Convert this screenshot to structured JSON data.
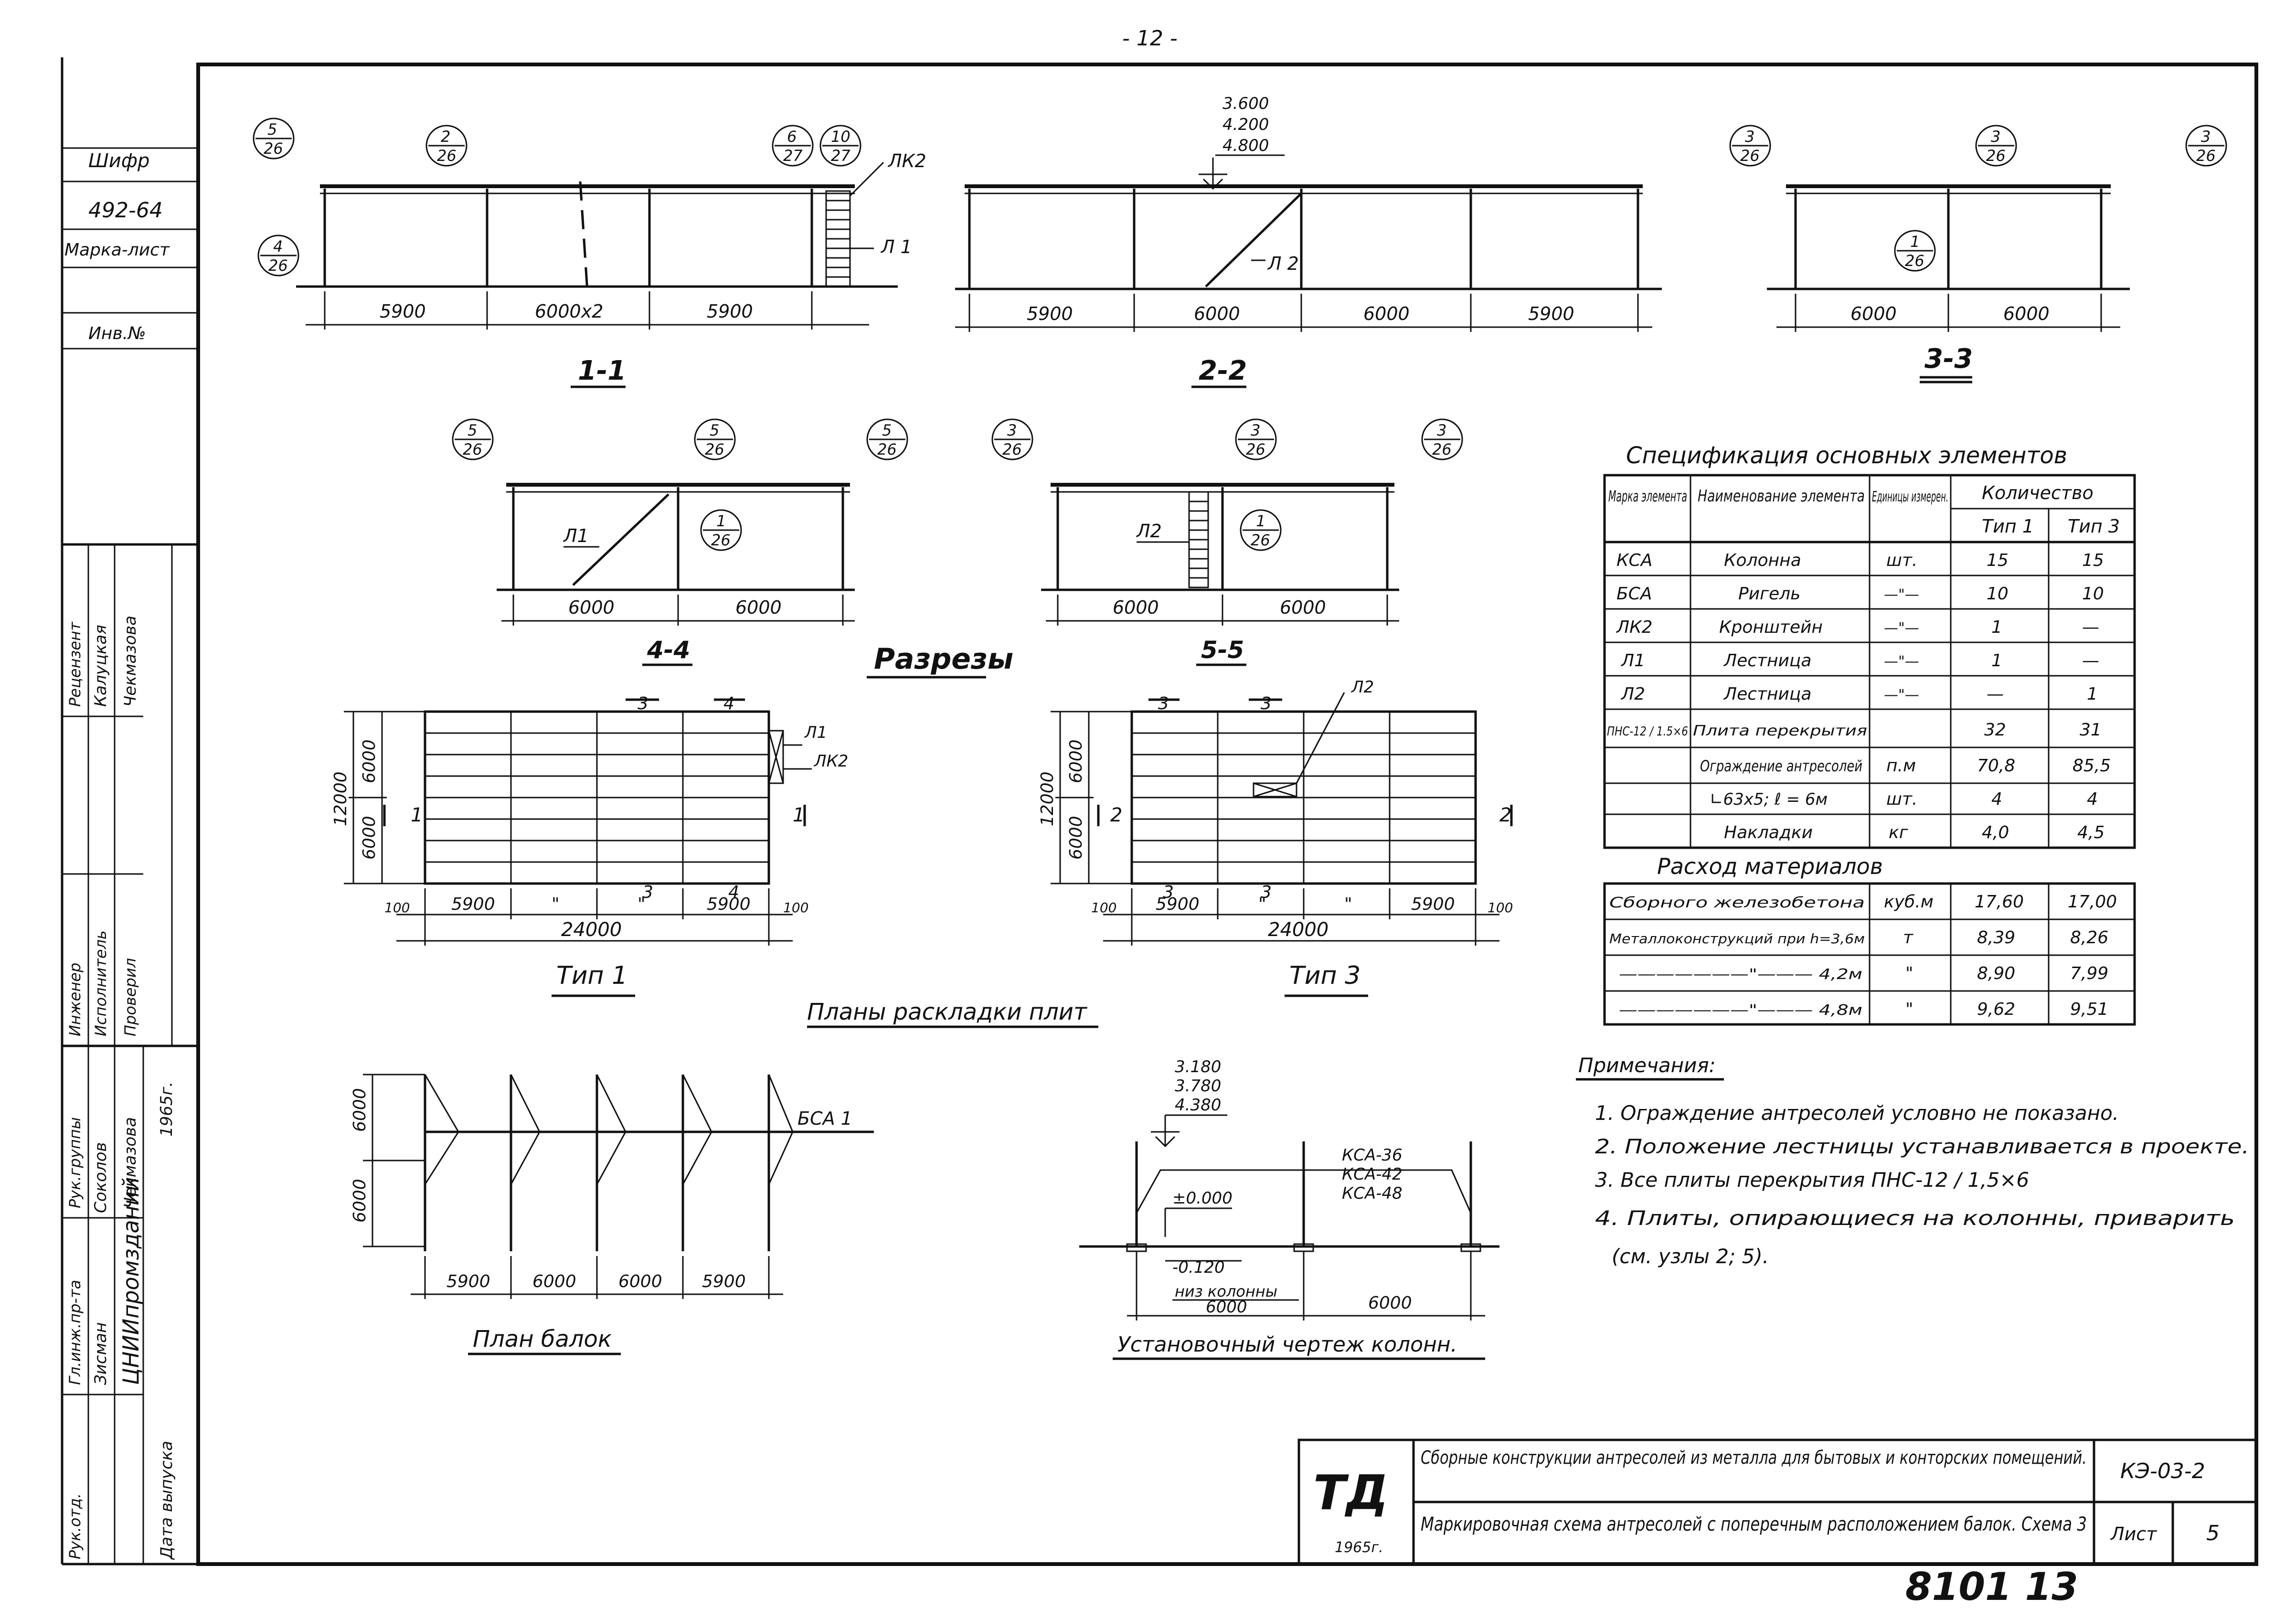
{
  "page_number": "- 12 -",
  "left_stamp": {
    "shifr_label": "Шифр",
    "shifr_value": "492-64",
    "marka_label": "Марка-лист",
    "inv_label": "Инв.№",
    "roles": [
      "Рук.отд.",
      "Гл.инж.пр-та",
      "Рук.группы",
      "Инженер",
      "Исполнитель",
      "Проверил",
      "Рецензент"
    ],
    "names": [
      "Соколов",
      "Зисман",
      "Чекмазова",
      "Калуцкая",
      "Чекмазова"
    ],
    "org": "ЦНИИпромзданий",
    "date_label": "Дата выпуска",
    "year": "1965г."
  },
  "sections": {
    "s1": {
      "label": "1-1",
      "dims": [
        "5900",
        "6000х2",
        "5900"
      ],
      "tags": [
        "ЛК2",
        "Л 1"
      ],
      "refs": [
        {
          "top": "5",
          "bottom": "26"
        },
        {
          "top": "2",
          "bottom": "26"
        },
        {
          "top": "6",
          "bottom": "27"
        },
        {
          "top": "10",
          "bottom": "27"
        },
        {
          "top": "4",
          "bottom": "26"
        }
      ]
    },
    "s2": {
      "label": "2-2",
      "dims": [
        "5900",
        "6000",
        "6000",
        "5900"
      ],
      "elevations": [
        "3.600",
        "4.200",
        "4.800"
      ],
      "tags": [
        "Л 2"
      ]
    },
    "s3": {
      "label": "3-3",
      "dims": [
        "6000",
        "6000"
      ],
      "refs": [
        {
          "top": "3",
          "bottom": "26"
        },
        {
          "top": "3",
          "bottom": "26"
        },
        {
          "top": "3",
          "bottom": "26"
        },
        {
          "top": "1",
          "bottom": "26"
        }
      ]
    },
    "s4": {
      "label": "4-4",
      "dims": [
        "6000",
        "6000"
      ],
      "tags": [
        "Л1"
      ],
      "refs": [
        {
          "top": "5",
          "bottom": "26"
        },
        {
          "top": "5",
          "bottom": "26"
        },
        {
          "top": "5",
          "bottom": "26"
        },
        {
          "top": "1",
          "bottom": "26"
        }
      ]
    },
    "s5": {
      "label": "5-5",
      "dims": [
        "6000",
        "6000"
      ],
      "tags": [
        "Л2"
      ],
      "refs": [
        {
          "top": "3",
          "bottom": "26"
        },
        {
          "top": "3",
          "bottom": "26"
        },
        {
          "top": "3",
          "bottom": "26"
        },
        {
          "top": "1",
          "bottom": "26"
        }
      ]
    },
    "heading": "Разрезы"
  },
  "plans": {
    "type1": {
      "label": "Тип 1",
      "total": "24000",
      "height": "12000",
      "halves": [
        "6000",
        "6000"
      ],
      "dims": [
        "100",
        "5900",
        "\"",
        "\"",
        "5900",
        "100"
      ],
      "cuts": [
        "3",
        "4",
        "1",
        "1",
        "3",
        "4"
      ],
      "tags": [
        "Л1",
        "ЛК2"
      ]
    },
    "type3": {
      "label": "Тип 3",
      "total": "24000",
      "height": "12000",
      "halves": [
        "6000",
        "6000"
      ],
      "dims": [
        "100",
        "5900",
        "\"",
        "\"",
        "5900",
        "100"
      ],
      "cuts": [
        "3",
        "3",
        "2",
        "2",
        "3",
        "3"
      ],
      "tags": [
        "Л2"
      ]
    },
    "heading": "Планы раскладки плит"
  },
  "beam_plan": {
    "label": "План балок",
    "tag": "БСА 1",
    "heights": [
      "6000",
      "6000"
    ],
    "dims": [
      "5900",
      "6000",
      "6000",
      "5900"
    ]
  },
  "column_drawing": {
    "label": "Установочный чертеж колонн.",
    "elevations": [
      "3.180",
      "3.780",
      "4.380"
    ],
    "zero": "±0.000",
    "bottom": "-0.120",
    "bottom_note": "низ колонны",
    "marks": [
      "КСА-36",
      "КСА-42",
      "КСА-48"
    ],
    "dims": [
      "6000",
      "6000"
    ]
  },
  "spec": {
    "title": "Спецификация основных элементов",
    "headers": [
      "Марка элемента",
      "Наименование элемента",
      "Единицы измерен.",
      "Количество",
      "Тип 1",
      "Тип 3"
    ],
    "rows": [
      [
        "КСА",
        "Колонна",
        "шт.",
        "15",
        "15"
      ],
      [
        "БСА",
        "Ригель",
        "—\"—",
        "10",
        "10"
      ],
      [
        "ЛК2",
        "Кронштейн",
        "—\"—",
        "1",
        "—"
      ],
      [
        "Л1",
        "Лестница",
        "—\"—",
        "1",
        "—"
      ],
      [
        "Л2",
        "Лестница",
        "—\"—",
        "—",
        "1"
      ],
      [
        "ПНС-12 / 1.5×6",
        "Плита перекрытия",
        "",
        "32",
        "31"
      ],
      [
        "",
        "Ограждение антресолей",
        "п.м",
        "70,8",
        "85,5"
      ],
      [
        "",
        "∟63х5; ℓ = 6м",
        "шт.",
        "4",
        "4"
      ],
      [
        "",
        "Накладки",
        "кг",
        "4,0",
        "4,5"
      ]
    ]
  },
  "materials": {
    "title": "Расход материалов",
    "rows": [
      [
        "Сборного железобетона",
        "куб.м",
        "17,60",
        "17,00"
      ],
      [
        "Металлоконструкций при h=3,6м",
        "т",
        "8,39",
        "8,26"
      ],
      [
        "———————\"——— 4,2м",
        "\"",
        "8,90",
        "7,99"
      ],
      [
        "———————\"——— 4,8м",
        "\"",
        "9,62",
        "9,51"
      ]
    ]
  },
  "notes": {
    "title": "Примечания:",
    "items": [
      "1. Ограждение антресолей условно не показано.",
      "2. Положение лестницы устанавливается в проекте.",
      "3. Все плиты перекрытия  ПНС-12 / 1,5×6",
      "4. Плиты, опирающиеся на колонны, приварить",
      "(см. узлы 2; 5)."
    ]
  },
  "title_block": {
    "logo": "ТД",
    "year": "1965г.",
    "project": "Сборные конструкции антресолей из металла для бытовых и конторских помещений.",
    "code": "КЭ-03-2",
    "sheet_title": "Маркировочная схема антресолей с поперечным расположением балок. Схема 3",
    "sheet_label": "Лист",
    "sheet_number": "5"
  },
  "archive_number": "8101 13"
}
